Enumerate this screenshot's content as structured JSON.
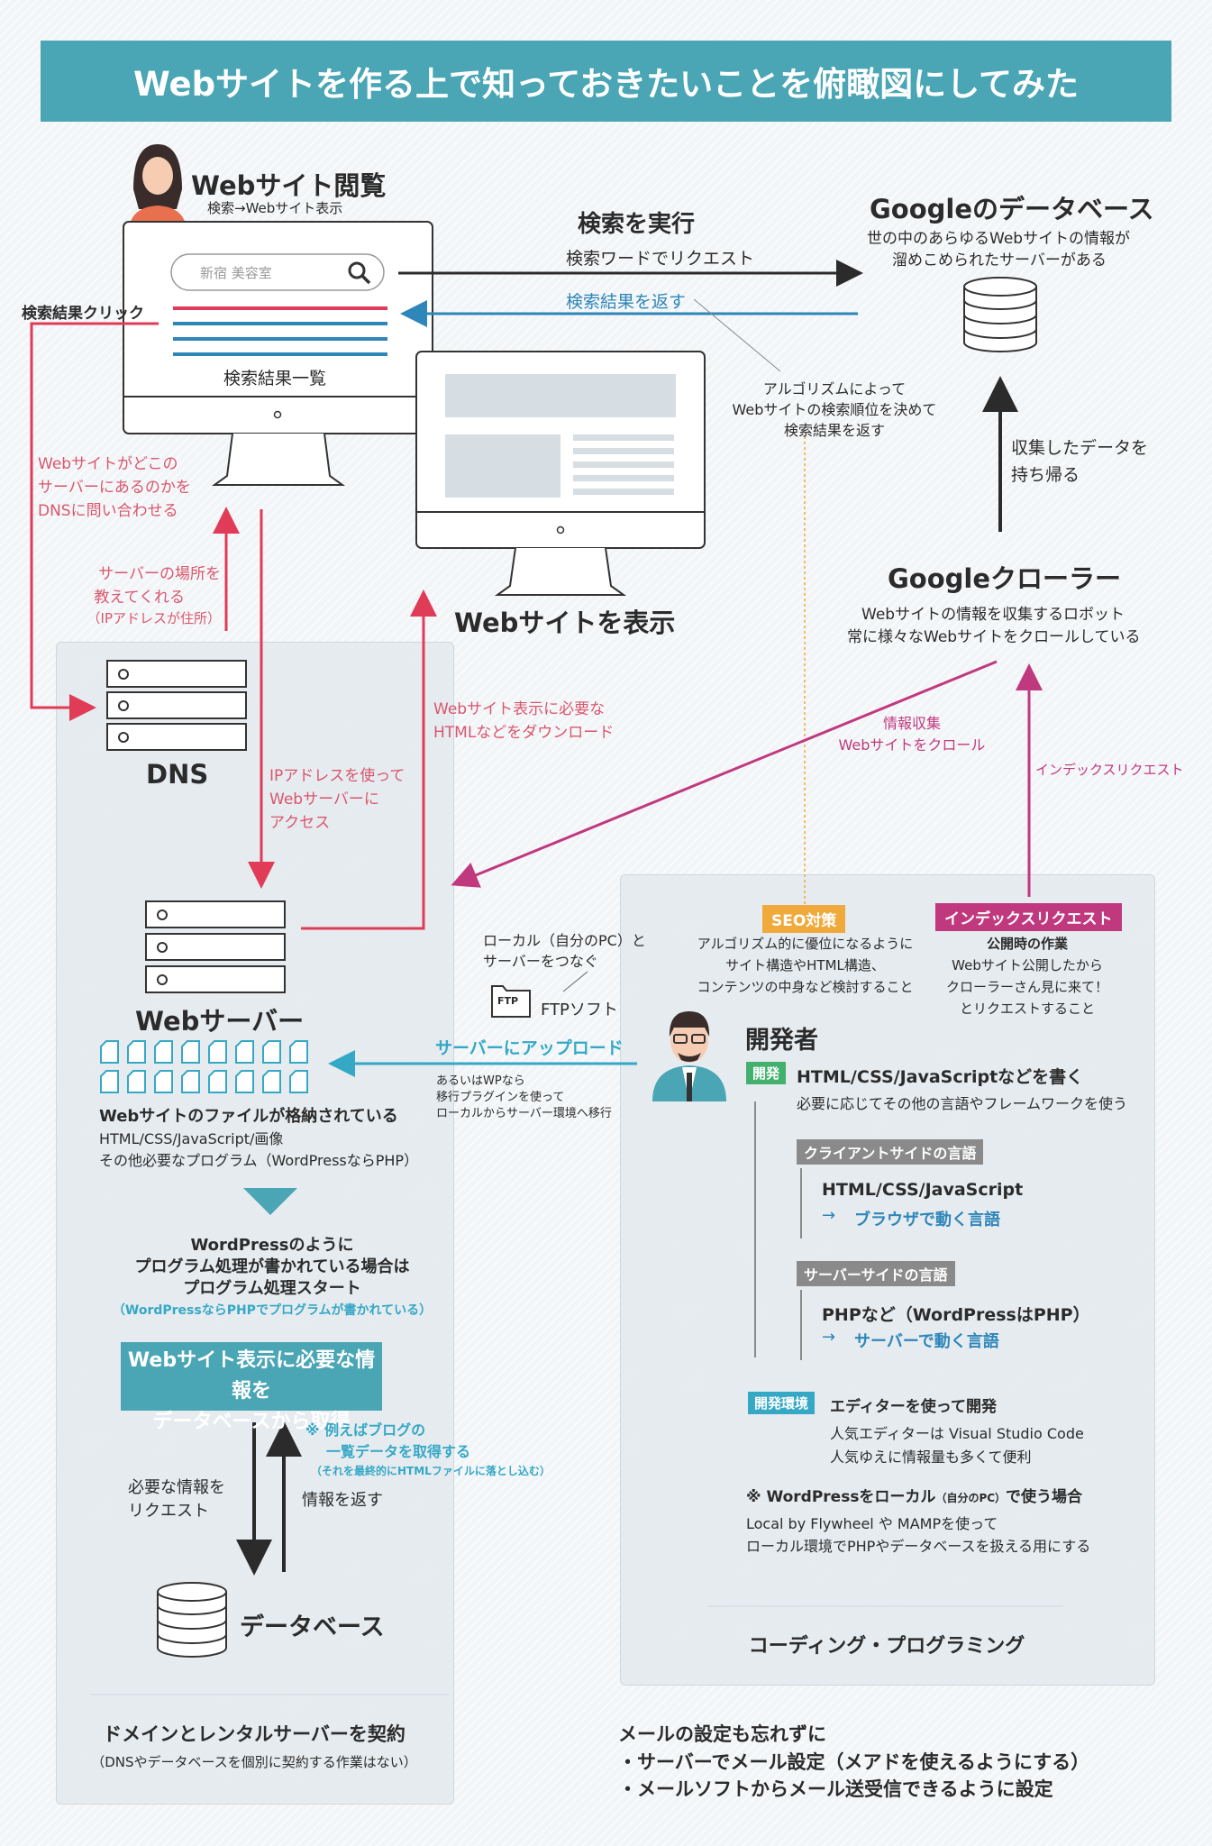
{
  "title": "Webサイトを作る上で知っておきたいことを俯瞰図にしてみた",
  "viewer": {
    "title": "Webサイト閲覧",
    "subtitle": "検索→Webサイト表示",
    "search_placeholder": "新宿 美容室",
    "results_label": "検索結果一覧",
    "click_label": "検索結果クリック"
  },
  "search": {
    "title": "検索を実行",
    "request": "検索ワードでリクエスト",
    "return": "検索結果を返す"
  },
  "google_db": {
    "title": "Googleのデータベース",
    "desc1": "世の中のあらゆるWebサイトの情報が",
    "desc2": "溜めこめられたサーバーがある"
  },
  "algorithm": [
    "アルゴリズムによって",
    "Webサイトの検索順位を決めて",
    "検索結果を返す"
  ],
  "collected": [
    "収集したデータを",
    "持ち帰る"
  ],
  "crawler": {
    "title": "Googleクローラー",
    "desc1": "Webサイトの情報を収集するロボット",
    "desc2": "常に様々なWebサイトをクロールしている",
    "crawl1": "情報収集",
    "crawl2": "Webサイトをクロール",
    "index_request": "インデックスリクエスト"
  },
  "display": {
    "title": "Webサイトを表示"
  },
  "dns_query": [
    "Webサイトがどこの",
    "サーバーにあるのかを",
    "DNSに問い合わせる"
  ],
  "dns_answer": [
    "サーバーの場所を",
    "教えてくれる",
    "（IPアドレスが住所）"
  ],
  "dns": {
    "label": "DNS"
  },
  "ip_access": [
    "IPアドレスを使って",
    "Webサーバーに",
    "アクセス"
  ],
  "download": [
    "Webサイト表示に必要な",
    "HTMLなどをダウンロード"
  ],
  "webserver": {
    "title": "Webサーバー",
    "files_title": "Webサイトのファイルが格納されている",
    "files1": "HTML/CSS/JavaScript/画像",
    "files2": "その他必要なプログラム（WordPressならPHP）"
  },
  "program": {
    "line1": "WordPressのように",
    "line2": "プログラム処理が書かれている場合は",
    "line3": "プログラム処理スタート",
    "note": "（WordPressならPHPでプログラムが書かれている）"
  },
  "db_fetch": [
    "Webサイト表示に必要な情報を",
    "データベースから取得"
  ],
  "db_request": [
    "必要な情報を",
    "リクエスト"
  ],
  "db_return": "情報を返す",
  "blog_note": [
    "※ 例えばブログの",
    "一覧データを取得する",
    "（それを最終的にHTMLファイルに落とし込む）"
  ],
  "database": {
    "label": "データベース"
  },
  "contract": {
    "title": "ドメインとレンタルサーバーを契約",
    "note": "（DNSやデータベースを個別に契約する作業はない）"
  },
  "ftp": {
    "local1": "ローカル（自分のPC）と",
    "local2": "サーバーをつなぐ",
    "icon_label": "FTP",
    "label": "FTPソフト",
    "upload": "サーバーにアップロード",
    "migrate": [
      "あるいはWPなら",
      "移行プラグインを使って",
      "ローカルからサーバー環境へ移行"
    ]
  },
  "seo": {
    "badge": "SEO対策",
    "lines": [
      "アルゴリズム的に優位になるように",
      "サイト構造やHTML構造、",
      "コンテンツの中身など検討すること"
    ]
  },
  "index_box": {
    "badge": "インデックスリクエスト",
    "title": "公開時の作業",
    "lines": [
      "Webサイト公開したから",
      "クローラーさん見に来て！",
      "とリクエストすること"
    ]
  },
  "developer": {
    "title": "開発者",
    "dev_badge": "開発",
    "dev_text": "HTML/CSS/JavaScriptなどを書く",
    "dev_sub": "必要に応じてその他の言語やフレームワークを使う",
    "client_badge": "クライアントサイドの言語",
    "client_lang": "HTML/CSS/JavaScript",
    "client_note": "ブラウザで動く言語",
    "server_badge": "サーバーサイドの言語",
    "server_lang": "PHPなど（WordPressはPHP）",
    "server_note": "サーバーで動く言語",
    "arrow": "→",
    "env_badge": "開発環境",
    "env_text": "エディターを使って開発",
    "env1": "人気エディターは Visual Studio Code",
    "env2": "人気ゆえに情報量も多くて便利",
    "local_title": "※ WordPressをローカル",
    "local_small": "（自分のPC）",
    "local_title2": "で使う場合",
    "local1": "Local by Flywheel や MAMPを使って",
    "local2": "ローカル環境でPHPやデータベースを扱える用にする",
    "footer": "コーディング・プログラミング"
  },
  "mail": {
    "title": "メールの設定も忘れずに",
    "item1": "・サーバーでメール設定（メアドを使えるようにする）",
    "item2": "・メールソフトからメール送受信できるように設定"
  },
  "colors": {
    "teal": "#4aa5b4",
    "red": "#e03c58",
    "pink": "#c0397f",
    "blue": "#2e86b9",
    "cyan": "#35a8c6",
    "seo": "#f0a93b",
    "green": "#43b16d"
  }
}
